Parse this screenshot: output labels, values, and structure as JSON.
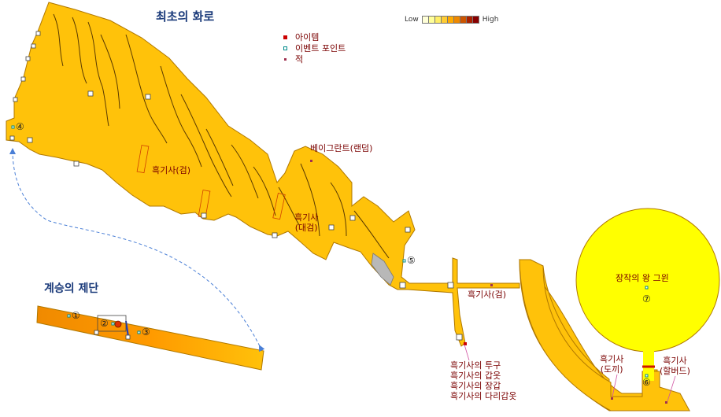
{
  "areas": {
    "first_corridor": "최초의 화로",
    "altar": "계승의 제단",
    "giant_garden": "장작의 왕 그윈"
  },
  "legend": {
    "item": "아이템",
    "event": "이벤트 포인트",
    "enemy": "적",
    "heat_low": "Low",
    "heat_high": "High",
    "heat_colors": [
      "#ffffd8",
      "#ffff99",
      "#ffee66",
      "#ffcc33",
      "#ffaa00",
      "#ee8800",
      "#cc5500",
      "#aa2200",
      "#880000"
    ]
  },
  "labels": {
    "black_knight_sword_1": "흑기사(검)",
    "black_knight_greatsword": "흑기사\n(대검)",
    "vagrant": "베이그란트(랜덤)",
    "black_knight_sword_2": "흑기사(검)",
    "black_knight_axe": "흑기사\n(도끼)",
    "black_knight_halberd": "흑기사\n(할버드)",
    "armor_items": [
      "흑기사의 투구",
      "흑기사의 갑옷",
      "흑기사의 장갑",
      "흑기사의 다리갑옷"
    ]
  },
  "points": [
    "①",
    "②",
    "③",
    "④",
    "⑤",
    "⑥",
    "⑦"
  ],
  "colors": {
    "terrain": "#ffc20a",
    "terrain_stroke": "#b07800",
    "altar_light": "#ff9a00",
    "altar_dark": "#e36d00",
    "link_arrow": "#4a7fd6",
    "label_text": "#7a0000",
    "title_text": "#1a3a7a"
  }
}
